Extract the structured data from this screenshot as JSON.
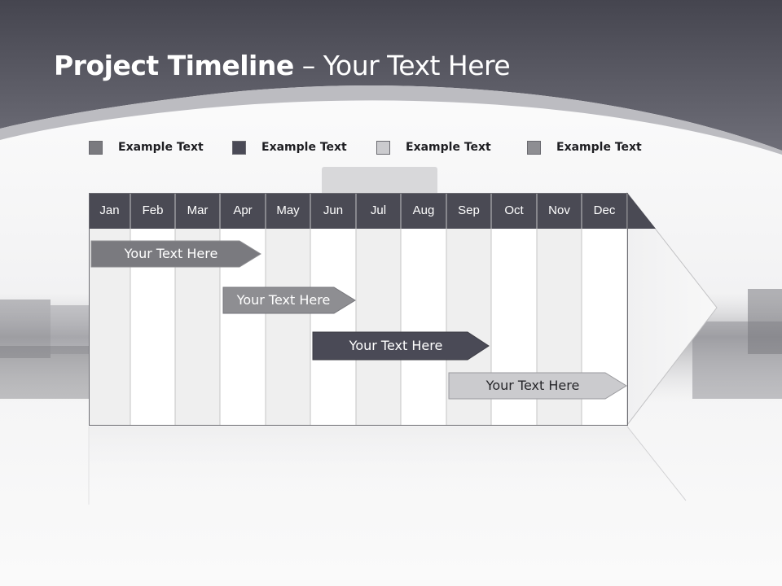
{
  "slide": {
    "title_bold": "Project Timeline",
    "title_rest": " – Your Text Here"
  },
  "legend": [
    {
      "label": "Example Text",
      "color": "#7a7a7f"
    },
    {
      "label": "Example Text",
      "color": "#4a4a56"
    },
    {
      "label": "Example Text",
      "color": "#cbcbce"
    },
    {
      "label": "Example Text",
      "color": "#8e8e92"
    }
  ],
  "months": [
    "Jan",
    "Feb",
    "Mar",
    "Apr",
    "May",
    "Jun",
    "Jul",
    "Aug",
    "Sep",
    "Oct",
    "Nov",
    "Dec"
  ],
  "tasks": [
    {
      "label": "Your  Text Here",
      "color": "#7a7a7f",
      "text_color": "#ffffff"
    },
    {
      "label": "Your  Text Here",
      "color": "#8e8e92",
      "text_color": "#ffffff"
    },
    {
      "label": "Your  Text Here",
      "color": "#4a4a56",
      "text_color": "#ffffff"
    },
    {
      "label": "Your  Text Here",
      "color": "#cbcbce",
      "text_color": "#26262a"
    }
  ],
  "colors": {
    "header_band": "#55555f",
    "month_header": "#4a4a54",
    "background": "#f7f7f8"
  }
}
